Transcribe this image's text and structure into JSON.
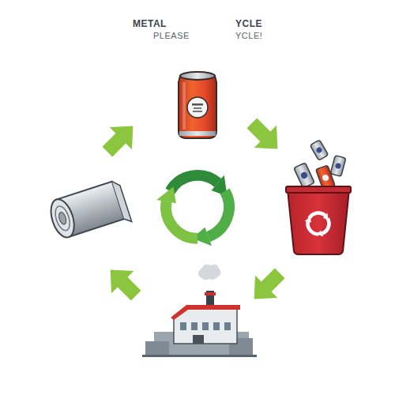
{
  "diagram": {
    "labels": [
      "METAL",
      "YCLE",
      "PLEASE",
      "YCLE!"
    ]
  }
}
